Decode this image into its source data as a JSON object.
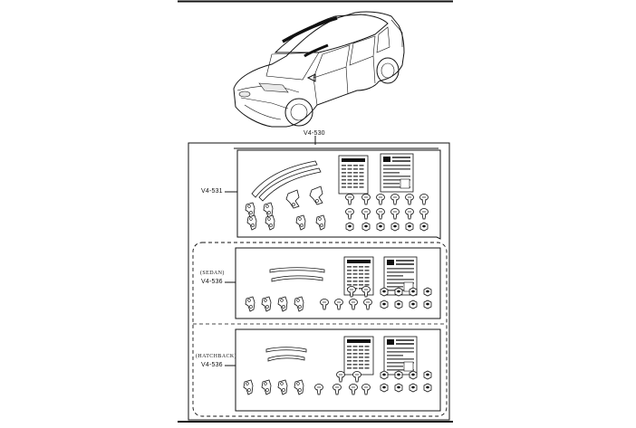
{
  "callouts": {
    "assembly": "V4-530",
    "kit_main": "V4-531",
    "kit_sedan_tag": "(SEDAN)",
    "kit_sedan": "V4-536",
    "kit_hatch_tag": "(HATCHBACK)",
    "kit_hatch": "V4-536"
  },
  "icons": {
    "vehicle": "sedan-car-illustration",
    "visor": "door-visor-strip",
    "bracket": "visor-bracket-clip",
    "screw": "mounting-screw",
    "nut": "clip-nut",
    "doc": "instruction-sheet"
  }
}
